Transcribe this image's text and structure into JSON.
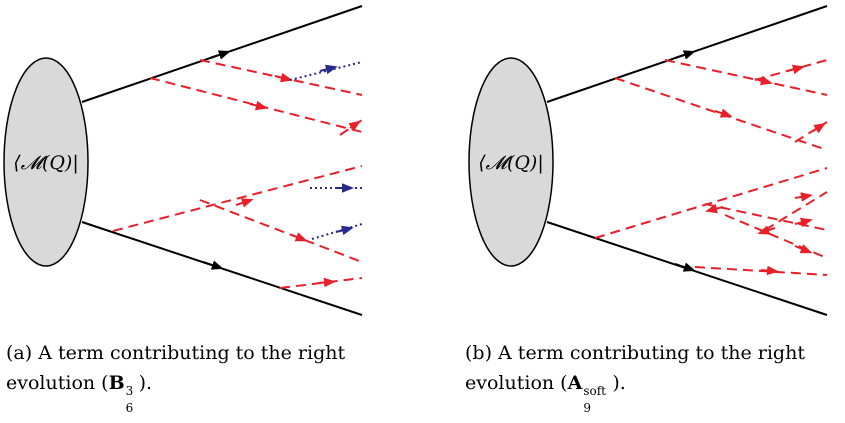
{
  "colors": {
    "blob_fill": "#d9d9d9",
    "hard_line": "#000000",
    "soft_gluon": "#e8202a",
    "collinear": "#2a2a8a"
  },
  "panels": [
    {
      "id": "a",
      "blob_label": "⟨𝓜(Q)|",
      "caption": {
        "marker": "(a)",
        "line1": "A term contributing to the right",
        "line2_prefix": "evolution (",
        "op_letter": "B",
        "op_sup": "3",
        "op_sub": "6",
        "line2_suffix": ")."
      }
    },
    {
      "id": "b",
      "blob_label": "⟨𝓜(Q)|",
      "caption": {
        "marker": "(b)",
        "line1": "A term contributing to the right",
        "line2_prefix": "evolution (",
        "op_letter": "A",
        "op_sup": "soft",
        "op_sub": "9",
        "line2_suffix": ")."
      }
    }
  ]
}
